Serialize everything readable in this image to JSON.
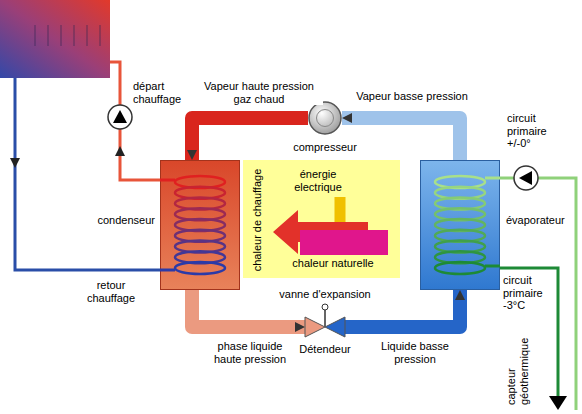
{
  "diagram": {
    "nodes": [
      {
        "text": [
          "compresseur"
        ]
      },
      {
        "text": [
          "condenseur"
        ]
      },
      {
        "text": [
          "énergie electrique",
          "chaleur de chauffage",
          "chaleur naturelle"
        ]
      },
      {
        "text": [
          "évaporateur"
        ]
      },
      {
        "text": [
          "vanne d'expansion",
          "Détendeur"
        ]
      }
    ],
    "edges": [
      {
        "from": 0,
        "to": 1,
        "label": "Vapeur haute pression gaz chaud",
        "arrow": "to"
      },
      {
        "from": 1,
        "to": 4,
        "label": "phase liquide haute pression",
        "arrow": "to"
      },
      {
        "from": 4,
        "to": 3,
        "label": "Liquide basse pression",
        "arrow": "to"
      },
      {
        "from": 3,
        "to": 0,
        "label": "Vapeur basse pression",
        "arrow": "to"
      }
    ],
    "labels": [
      "départ chauffage",
      "circuit primaire +/-0°",
      "retour chauffage",
      "circuit primaire -3°C",
      "capteur géothermique"
    ]
  }
}
